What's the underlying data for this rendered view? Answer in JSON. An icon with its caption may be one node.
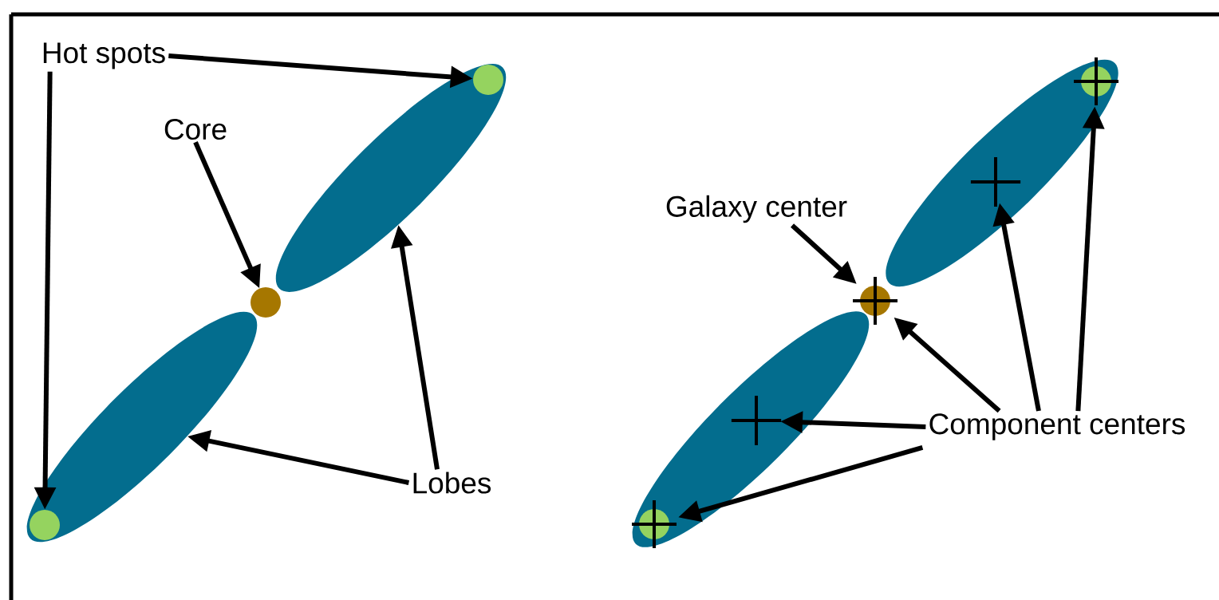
{
  "diagram": {
    "nodes": [
      {
        "text": [
          "Hot spots"
        ]
      },
      {
        "text": [],
        "shape": "circle",
        "in": 4
      },
      {
        "text": [
          "Core"
        ]
      },
      {
        "text": [],
        "shape": "circle"
      },
      {
        "text": [],
        "shape": "ellipse"
      },
      {
        "text": [],
        "shape": "ellipse"
      },
      {
        "text": [],
        "shape": "circle",
        "in": 5
      },
      {
        "text": [
          "Lobes"
        ]
      },
      {
        "text": [],
        "shape": "ellipse"
      },
      {
        "text": [],
        "shape": "ellipse"
      },
      {
        "text": [],
        "shape": "circle",
        "in": 8
      },
      {
        "text": [],
        "shape": "cross",
        "in": 8
      },
      {
        "text": [
          "Galaxy center"
        ]
      },
      {
        "text": [],
        "shape": "circle"
      },
      {
        "text": [],
        "shape": "cross",
        "in": 9
      },
      {
        "text": [
          "Component centers"
        ]
      },
      {
        "text": [],
        "shape": "circle",
        "in": 9
      }
    ],
    "edges": [
      {
        "from": 0,
        "to": 1,
        "arrow": "to"
      },
      {
        "from": 0,
        "to": 6,
        "arrow": "to"
      },
      {
        "from": 2,
        "to": 3,
        "arrow": "to"
      },
      {
        "from": 7,
        "to": 4,
        "arrow": "to"
      },
      {
        "from": 7,
        "to": 5,
        "arrow": "to"
      },
      {
        "from": 12,
        "to": 13,
        "arrow": "to"
      },
      {
        "from": 15,
        "to": 14,
        "arrow": "to"
      },
      {
        "from": 15,
        "to": 16,
        "arrow": "to"
      },
      {
        "from": 15,
        "to": 13,
        "arrow": "to"
      },
      {
        "from": 15,
        "to": 11,
        "arrow": "to"
      },
      {
        "from": 15,
        "to": 10,
        "arrow": "to"
      }
    ]
  }
}
